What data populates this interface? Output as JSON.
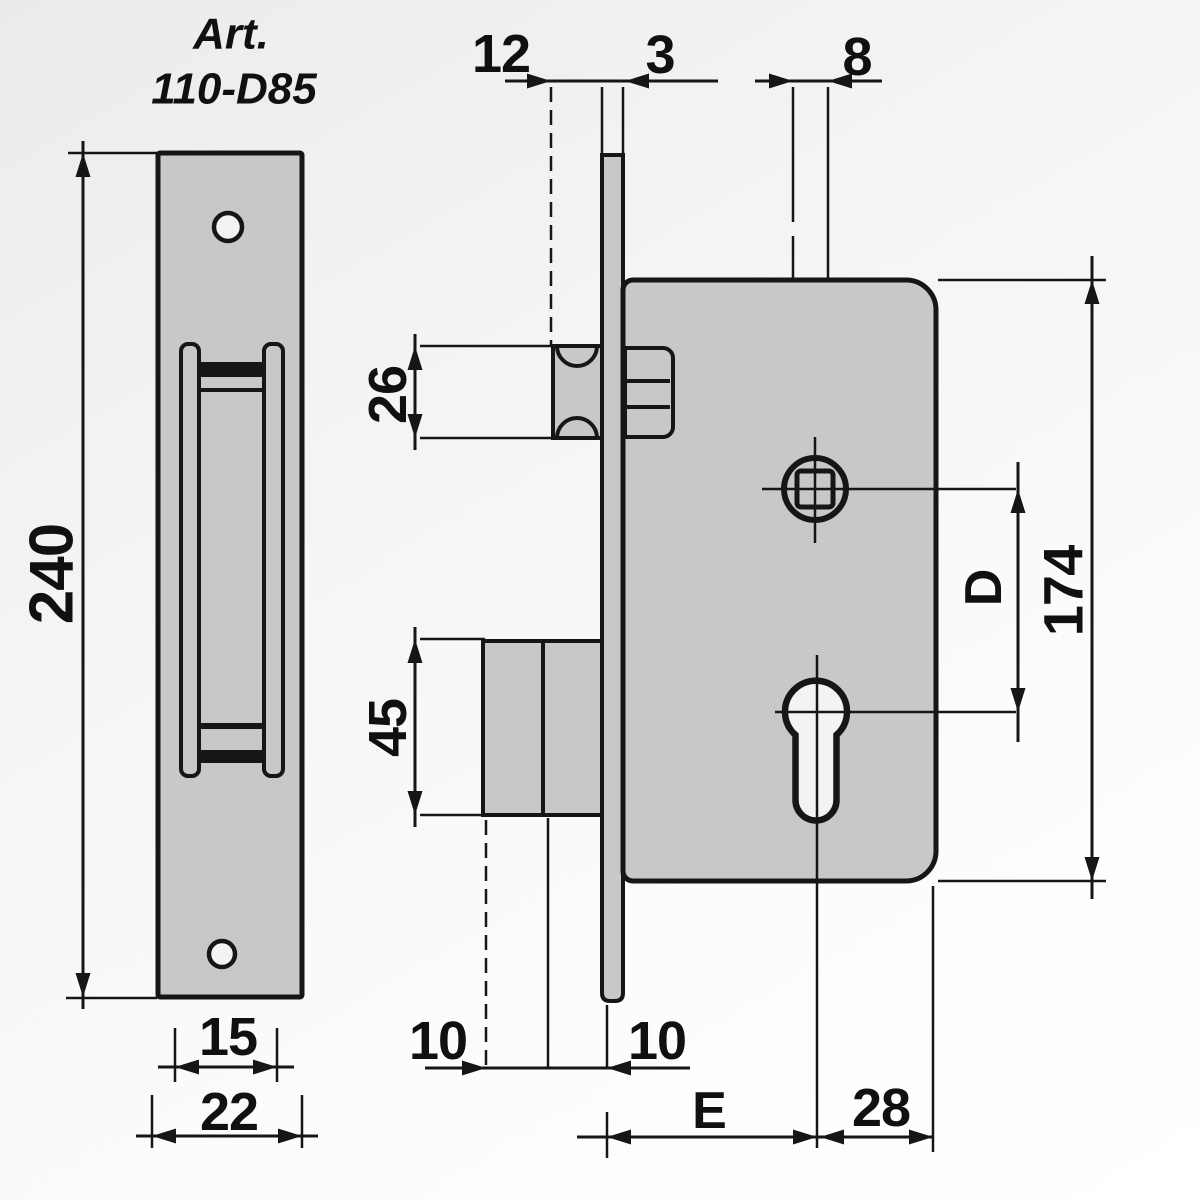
{
  "title": {
    "art": "Art.",
    "model": "110-D85"
  },
  "front_view": {
    "height": "240",
    "cutout_width": "15",
    "plate_width": "22"
  },
  "side_view": {
    "latch_projection": "12",
    "plate_thickness": "3",
    "spindle_square": "8",
    "latch_height": "26",
    "deadbolt_height": "45",
    "bolt_dim_left": "10",
    "bolt_dim_right": "10",
    "backset": "E",
    "cylinder_to_back": "28",
    "centre_distance": "D",
    "case_height": "174"
  },
  "colors": {
    "metal_fill": "#c7c8c9",
    "hole_fill": "#f3f3f4",
    "line": "#161616",
    "background_top": "#ebebec",
    "background_bottom": "#ffffff"
  }
}
